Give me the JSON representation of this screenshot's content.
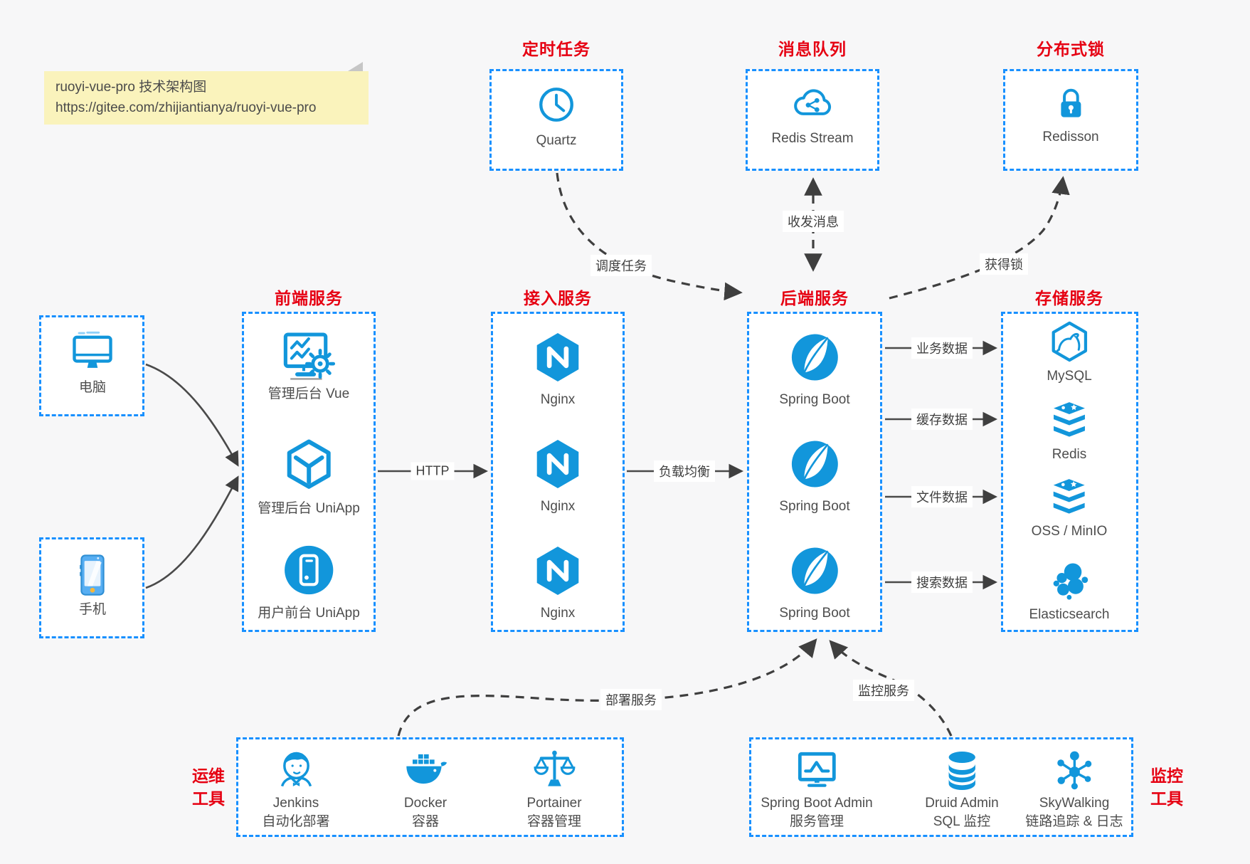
{
  "note": {
    "title": "ruoyi-vue-pro 技术架构图",
    "url": "https://gitee.com/zhijiantianya/ruoyi-vue-pro"
  },
  "colors": {
    "border_blue": "#1890ff",
    "icon_blue": "#1296db",
    "title_red": "#e60012",
    "connector_dark": "#3f3f3f",
    "note_yellow": "#faf3bc"
  },
  "top_services": [
    {
      "title": "定时任务",
      "label": "Quartz",
      "icon": "clock-icon"
    },
    {
      "title": "消息队列",
      "label": "Redis Stream",
      "icon": "cloud-network-icon"
    },
    {
      "title": "分布式锁",
      "label": "Redisson",
      "icon": "lock-icon"
    }
  ],
  "clients": [
    {
      "label": "电脑",
      "icon": "desktop-icon"
    },
    {
      "label": "手机",
      "icon": "smartphone-icon"
    }
  ],
  "columns": [
    {
      "title": "前端服务",
      "items": [
        {
          "label": "管理后台 Vue",
          "icon": "admin-vue-icon"
        },
        {
          "label": "管理后台 UniApp",
          "icon": "uniapp-cube-icon"
        },
        {
          "label": "用户前台 UniApp",
          "icon": "user-app-icon"
        }
      ]
    },
    {
      "title": "接入服务",
      "items": [
        {
          "label": "Nginx",
          "icon": "nginx-icon"
        },
        {
          "label": "Nginx",
          "icon": "nginx-icon"
        },
        {
          "label": "Nginx",
          "icon": "nginx-icon"
        }
      ]
    },
    {
      "title": "后端服务",
      "items": [
        {
          "label": "Spring Boot",
          "icon": "spring-boot-icon"
        },
        {
          "label": "Spring Boot",
          "icon": "spring-boot-icon"
        },
        {
          "label": "Spring Boot",
          "icon": "spring-boot-icon"
        }
      ]
    },
    {
      "title": "存储服务",
      "items": [
        {
          "label": "MySQL",
          "icon": "mysql-icon"
        },
        {
          "label": "Redis",
          "icon": "redis-stack-icon"
        },
        {
          "label": "OSS / MinIO",
          "icon": "storage-stack-icon"
        },
        {
          "label": "Elasticsearch",
          "icon": "elasticsearch-icon"
        }
      ]
    }
  ],
  "tool_groups": [
    {
      "side_line1": "运维",
      "side_line2": "工具",
      "items": [
        {
          "label": "Jenkins",
          "sublabel": "自动化部署",
          "icon": "jenkins-icon"
        },
        {
          "label": "Docker",
          "sublabel": "容器",
          "icon": "docker-icon"
        },
        {
          "label": "Portainer",
          "sublabel": "容器管理",
          "icon": "scales-icon"
        }
      ]
    },
    {
      "side_line1": "监控",
      "side_line2": "工具",
      "items": [
        {
          "label": "Spring Boot Admin",
          "sublabel": "服务管理",
          "icon": "monitor-chart-icon"
        },
        {
          "label": "Druid Admin",
          "sublabel": "SQL 监控",
          "icon": "database-icon"
        },
        {
          "label": "SkyWalking",
          "sublabel": "链路追踪 & 日志",
          "icon": "node-cluster-icon"
        }
      ]
    }
  ],
  "connections": {
    "http": "HTTP",
    "load_balance": "负载均衡",
    "schedule_task": "调度任务",
    "send_receive_message": "收发消息",
    "acquire_lock": "获得锁",
    "business_data": "业务数据",
    "cache_data": "缓存数据",
    "file_data": "文件数据",
    "search_data": "搜索数据",
    "deploy_service": "部署服务",
    "monitor_service": "监控服务"
  }
}
